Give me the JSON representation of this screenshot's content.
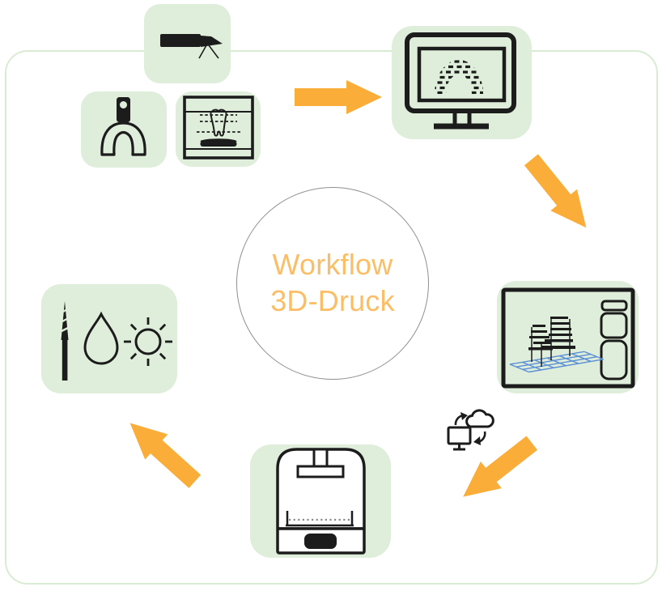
{
  "workflow": {
    "center_label": {
      "line1": "Workflow",
      "line2": "3D-Druck"
    },
    "stations": [
      {
        "icons": [
          "intraoral-scanner-icon",
          "impression-tray-icon",
          "scan-box-tooth-icon"
        ]
      },
      {
        "icons": [
          "monitor-dental-arch-icon"
        ]
      },
      {
        "icons": [
          "slicer-software-icon"
        ]
      },
      {
        "icons": [
          "cloud-sync-icon"
        ]
      },
      {
        "icons": [
          "resin-3d-printer-icon"
        ]
      },
      {
        "icons": [
          "finishing-bur-icon",
          "wash-droplet-icon",
          "uv-cure-sun-icon"
        ]
      }
    ],
    "arrows": [
      {
        "direction": "right"
      },
      {
        "direction": "down-right"
      },
      {
        "direction": "down-left"
      },
      {
        "direction": "up-left"
      }
    ]
  },
  "colors": {
    "tile_green": "#dfeeda",
    "frame_border": "#d9ecd3",
    "arrow_orange": "#FAAD38",
    "heading_orange": "#FBBE66",
    "icon_black": "#1c1c1c",
    "grid_blue": "#5b8fd4",
    "circle_border": "#8f8f8f"
  }
}
